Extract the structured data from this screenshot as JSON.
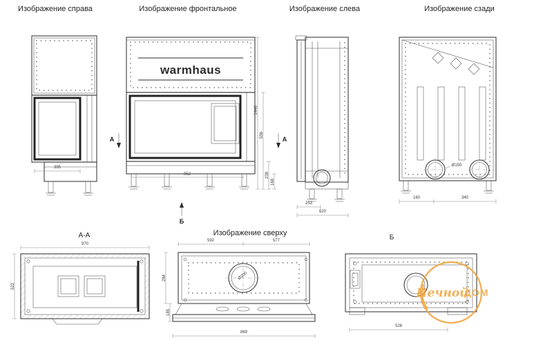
{
  "views": {
    "right": {
      "title": "Изображение справа",
      "dims": {
        "depth": "395"
      }
    },
    "front": {
      "title": "Изображение фронтальное",
      "brand": "warmhaus",
      "markers": {
        "a": "А",
        "b": "Б"
      },
      "dims": {
        "width": "952",
        "height_total": "1446",
        "glass_height": "556",
        "base_height": "238",
        "leg_height": "168"
      }
    },
    "left": {
      "title": "Изображение слева",
      "dims": {
        "front_offset": "253",
        "depth_total": "620"
      }
    },
    "back": {
      "title": "Изображение сзади",
      "dims": {
        "offset_left": "160",
        "offset_right": "340",
        "flue": "Ø150"
      }
    },
    "section_aa": {
      "title": "А-А",
      "dims": {
        "width": "970",
        "depth": "522"
      }
    },
    "top": {
      "title": "Изображение сверху",
      "dims": {
        "left_span": "592",
        "right_span": "577",
        "width_total": "869",
        "depth_upper": "284",
        "depth_lower": "185",
        "flue": "Ø200"
      }
    },
    "bottom_b": {
      "title": "Б",
      "dims": {
        "width": "526"
      }
    }
  },
  "watermark": {
    "word1": "Печной",
    "word2": "ДОМ",
    "color": "#f0a43c"
  }
}
